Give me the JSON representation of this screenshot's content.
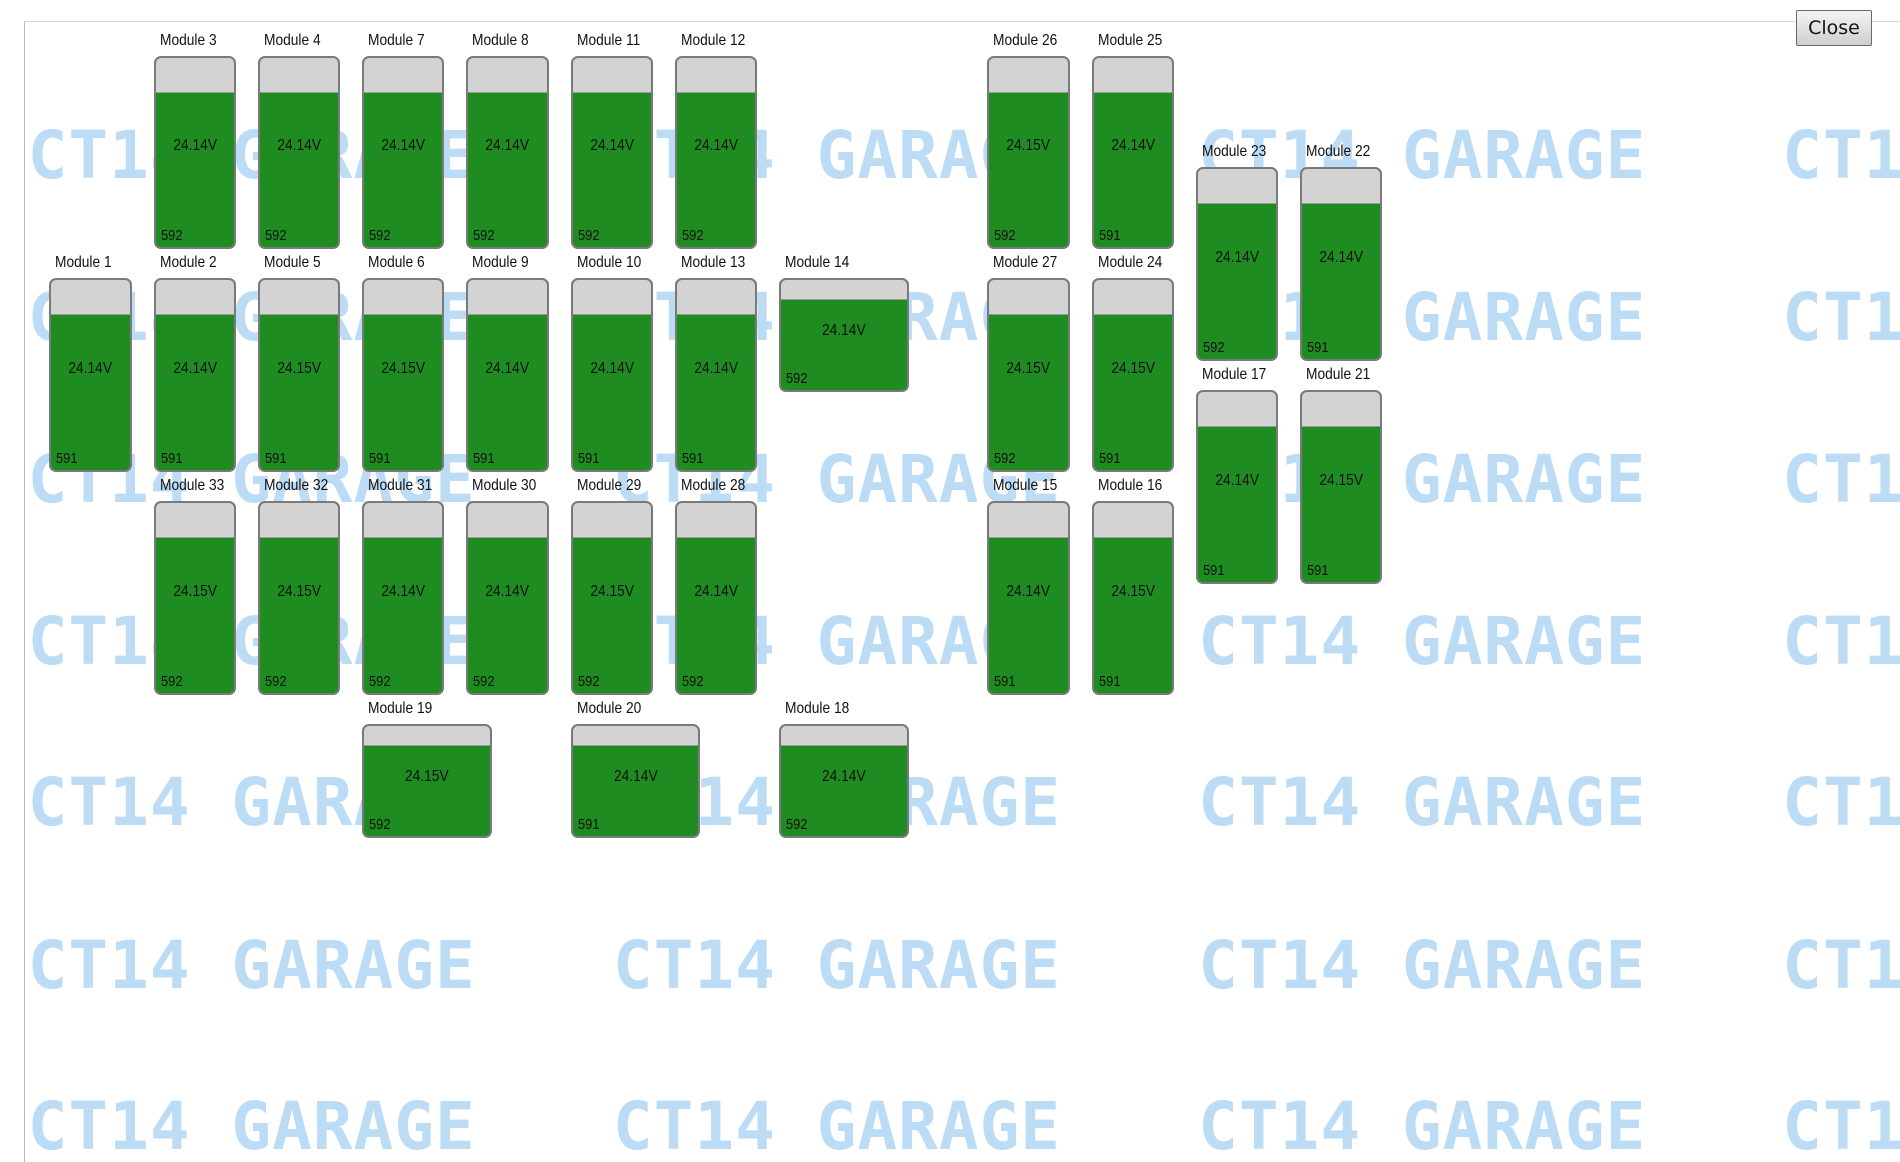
{
  "window": {
    "close_label": "Close",
    "watermark_text": "CT14 GARAGE"
  },
  "colors": {
    "cell_fill": "#1e8c20",
    "cell_cap": "#d3d3d3",
    "cell_border": "#7a7a7a",
    "watermark": "#bcdcf6"
  },
  "modules": [
    {
      "label": "Module 3",
      "voltage": "24.14V",
      "count": "592"
    },
    {
      "label": "Module 4",
      "voltage": "24.14V",
      "count": "592"
    },
    {
      "label": "Module 7",
      "voltage": "24.14V",
      "count": "592"
    },
    {
      "label": "Module 8",
      "voltage": "24.14V",
      "count": "592"
    },
    {
      "label": "Module 11",
      "voltage": "24.14V",
      "count": "592"
    },
    {
      "label": "Module 12",
      "voltage": "24.14V",
      "count": "592"
    },
    {
      "label": "Module 26",
      "voltage": "24.15V",
      "count": "592"
    },
    {
      "label": "Module 25",
      "voltage": "24.14V",
      "count": "591"
    },
    {
      "label": "Module 23",
      "voltage": "24.14V",
      "count": "592"
    },
    {
      "label": "Module 22",
      "voltage": "24.14V",
      "count": "591"
    },
    {
      "label": "Module 1",
      "voltage": "24.14V",
      "count": "591"
    },
    {
      "label": "Module 2",
      "voltage": "24.14V",
      "count": "591"
    },
    {
      "label": "Module 5",
      "voltage": "24.15V",
      "count": "591"
    },
    {
      "label": "Module 6",
      "voltage": "24.15V",
      "count": "591"
    },
    {
      "label": "Module 9",
      "voltage": "24.14V",
      "count": "591"
    },
    {
      "label": "Module 10",
      "voltage": "24.14V",
      "count": "591"
    },
    {
      "label": "Module 13",
      "voltage": "24.14V",
      "count": "591"
    },
    {
      "label": "Module 14",
      "voltage": "24.14V",
      "count": "592"
    },
    {
      "label": "Module 27",
      "voltage": "24.15V",
      "count": "592"
    },
    {
      "label": "Module 24",
      "voltage": "24.15V",
      "count": "591"
    },
    {
      "label": "Module 17",
      "voltage": "24.14V",
      "count": "591"
    },
    {
      "label": "Module 21",
      "voltage": "24.15V",
      "count": "591"
    },
    {
      "label": "Module 33",
      "voltage": "24.15V",
      "count": "592"
    },
    {
      "label": "Module 32",
      "voltage": "24.15V",
      "count": "592"
    },
    {
      "label": "Module 31",
      "voltage": "24.14V",
      "count": "592"
    },
    {
      "label": "Module 30",
      "voltage": "24.14V",
      "count": "592"
    },
    {
      "label": "Module 29",
      "voltage": "24.15V",
      "count": "592"
    },
    {
      "label": "Module 28",
      "voltage": "24.14V",
      "count": "592"
    },
    {
      "label": "Module 15",
      "voltage": "24.14V",
      "count": "591"
    },
    {
      "label": "Module 16",
      "voltage": "24.15V",
      "count": "591"
    },
    {
      "label": "Module 19",
      "voltage": "24.15V",
      "count": "592"
    },
    {
      "label": "Module 20",
      "voltage": "24.14V",
      "count": "591"
    },
    {
      "label": "Module 18",
      "voltage": "24.14V",
      "count": "592"
    }
  ]
}
